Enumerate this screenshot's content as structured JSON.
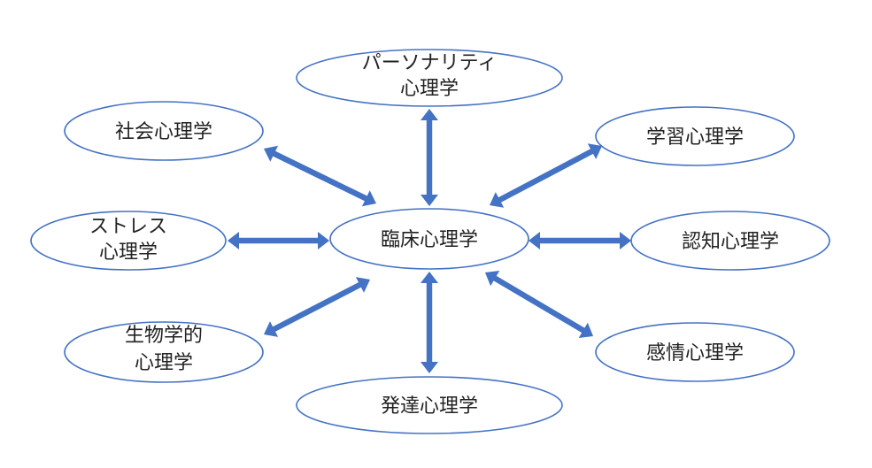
{
  "diagram": {
    "center": {
      "id": "clinical",
      "lines": [
        "臨床心理学"
      ]
    },
    "nodes": [
      {
        "id": "personality",
        "lines": [
          "パーソナリティ",
          "心理学"
        ]
      },
      {
        "id": "social",
        "lines": [
          "社会心理学"
        ]
      },
      {
        "id": "learning",
        "lines": [
          "学習心理学"
        ]
      },
      {
        "id": "stress",
        "lines": [
          "ストレス",
          "心理学"
        ]
      },
      {
        "id": "cognitive",
        "lines": [
          "認知心理学"
        ]
      },
      {
        "id": "biological",
        "lines": [
          "生物学的",
          "心理学"
        ]
      },
      {
        "id": "emotion",
        "lines": [
          "感情心理学"
        ]
      },
      {
        "id": "developmental",
        "lines": [
          "発達心理学"
        ]
      }
    ],
    "edges": [
      {
        "from": "clinical",
        "to": "personality",
        "direction": "both"
      },
      {
        "from": "clinical",
        "to": "social",
        "direction": "both"
      },
      {
        "from": "clinical",
        "to": "learning",
        "direction": "both"
      },
      {
        "from": "clinical",
        "to": "stress",
        "direction": "both"
      },
      {
        "from": "clinical",
        "to": "cognitive",
        "direction": "both"
      },
      {
        "from": "clinical",
        "to": "biological",
        "direction": "both"
      },
      {
        "from": "clinical",
        "to": "emotion",
        "direction": "both"
      },
      {
        "from": "clinical",
        "to": "developmental",
        "direction": "both"
      }
    ],
    "colors": {
      "arrow": "#4472c4",
      "ellipse_border": "#4472c4",
      "text": "#222222",
      "background": "#ffffff"
    }
  }
}
